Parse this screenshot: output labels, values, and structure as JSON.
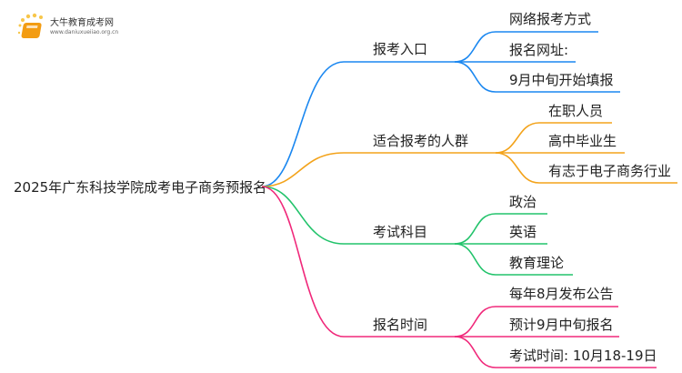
{
  "logo": {
    "title": "大牛教育成考网",
    "url": "www.daniuxueiiao.org.cn"
  },
  "root": "2025年广东科技学院成考电子商务预报名",
  "colors": {
    "blue": "#1a87f0",
    "orange": "#f3a31b",
    "green": "#22c36b",
    "pink": "#f0287a"
  },
  "branches": [
    {
      "label": "报考入口",
      "children": [
        "网络报考方式",
        "报名网址:",
        "9月中旬开始填报"
      ]
    },
    {
      "label": "适合报考的人群",
      "children": [
        "在职人员",
        "高中毕业生",
        "有志于电子商务行业"
      ]
    },
    {
      "label": "考试科目",
      "children": [
        "政治",
        "英语",
        "教育理论"
      ]
    },
    {
      "label": "报名时间",
      "children": [
        "每年8月发布公告",
        "预计9月中旬报名",
        "考试时间: 10月18-19日"
      ]
    }
  ]
}
